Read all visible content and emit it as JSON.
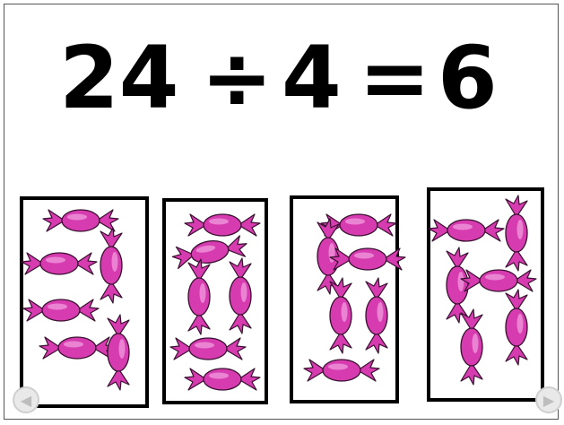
{
  "equation": {
    "dividend": "24",
    "operator": "÷",
    "divisor": "4",
    "equals": "=",
    "quotient": "6"
  },
  "groups": [
    {
      "candy_count": 6
    },
    {
      "candy_count": 6
    },
    {
      "candy_count": 6
    },
    {
      "candy_count": 6
    }
  ],
  "colors": {
    "candy_fill": "#d63bb0",
    "candy_highlight": "#f2a2df",
    "candy_outline": "#3a1030",
    "box_border": "#000000"
  },
  "icons": {
    "prev": "arrow-left-icon",
    "next": "arrow-right-icon"
  }
}
